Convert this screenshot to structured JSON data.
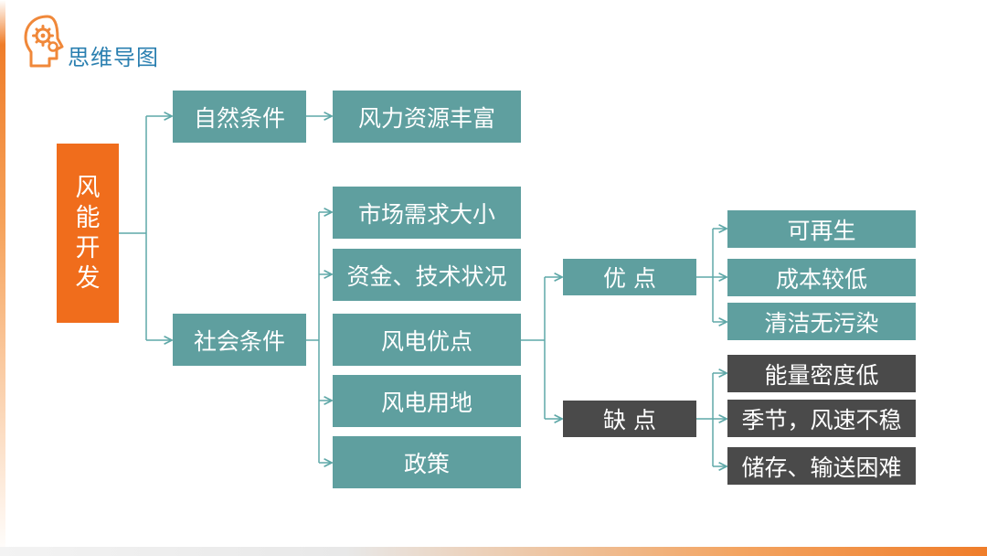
{
  "header": {
    "title": "思维导图",
    "logo_icon": "head-gears-icon"
  },
  "mindmap": {
    "root": "风能开发",
    "branches": [
      {
        "label": "自然条件",
        "children": [
          "风力资源丰富"
        ]
      },
      {
        "label": "社会条件",
        "children": [
          "市场需求大小",
          "资金、技术状况",
          "风电优点",
          "风电用地",
          "政策"
        ]
      }
    ],
    "advantages": {
      "label": "优 点",
      "children": [
        "可再生",
        "成本较低",
        "清洁无污染"
      ]
    },
    "disadvantages": {
      "label": "缺 点",
      "children": [
        "能量密度低",
        "季节，风速不稳",
        "储存、输送困难"
      ]
    }
  },
  "colors": {
    "root": "#f06d1c",
    "teal": "#5f9f9f",
    "dark": "#4a4a4a",
    "title": "#2a7fb0",
    "line": "#5fa8a8"
  }
}
